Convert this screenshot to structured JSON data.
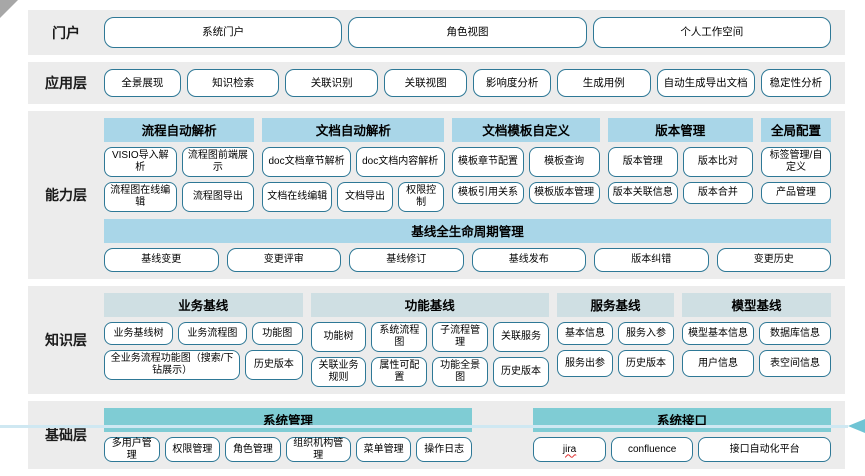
{
  "portal": {
    "label": "门户",
    "items": [
      "系统门户",
      "角色视图",
      "个人工作空间"
    ]
  },
  "application": {
    "label": "应用层",
    "items": [
      "全景展现",
      "知识检索",
      "关联识别",
      "关联视图",
      "影响度分析",
      "生成用例",
      "自动生成导出文档",
      "稳定性分析"
    ]
  },
  "capability": {
    "label": "能力层",
    "groups": [
      {
        "title": "流程自动解析",
        "rows": [
          [
            "VISIO导入解析",
            "流程图前端展示"
          ],
          [
            "流程图在线编辑",
            "流程图导出"
          ]
        ]
      },
      {
        "title": "文档自动解析",
        "rows": [
          [
            "doc文档章节解析",
            "doc文档内容解析"
          ],
          [
            "文档在线编辑",
            "文档导出",
            "权限控制"
          ]
        ]
      },
      {
        "title": "文档模板自定义",
        "rows": [
          [
            "模板章节配置",
            "模板查询"
          ],
          [
            "模板引用关系",
            "模板版本管理"
          ]
        ]
      },
      {
        "title": "版本管理",
        "rows": [
          [
            "版本管理",
            "版本比对"
          ],
          [
            "版本关联信息",
            "版本合并"
          ]
        ]
      },
      {
        "title": "全局配置",
        "rows": [
          [
            "标签管理/自定义"
          ],
          [
            "产品管理"
          ]
        ]
      }
    ],
    "baseline": {
      "title": "基线全生命周期管理",
      "items": [
        "基线变更",
        "变更评审",
        "基线修订",
        "基线发布",
        "版本纠错",
        "变更历史"
      ]
    }
  },
  "knowledge": {
    "label": "知识层",
    "groups": [
      {
        "title": "业务基线",
        "rows": [
          [
            "业务基线树",
            "业务流程图",
            "功能图"
          ],
          [
            "全业务流程功能图（搜索/下钻展示）",
            "历史版本"
          ]
        ]
      },
      {
        "title": "功能基线",
        "rows": [
          [
            "功能树",
            "系统流程图",
            "子流程管理",
            "关联服务"
          ],
          [
            "关联业务规则",
            "属性可配置",
            "功能全景图",
            "历史版本"
          ]
        ]
      },
      {
        "title": "服务基线",
        "rows": [
          [
            "基本信息",
            "服务入参"
          ],
          [
            "服务出参",
            "历史版本"
          ]
        ]
      },
      {
        "title": "模型基线",
        "rows": [
          [
            "模型基本信息",
            "数据库信息"
          ],
          [
            "用户信息",
            "表空间信息"
          ]
        ]
      }
    ]
  },
  "foundation": {
    "label": "基础层",
    "groups": [
      {
        "title": "系统管理",
        "items": [
          "多用户管理",
          "权限管理",
          "角色管理",
          "组织机构管理",
          "菜单管理",
          "操作日志"
        ]
      },
      {
        "title": "系统接口",
        "items": [
          "jira",
          "confluence",
          "接口自动化平台"
        ]
      }
    ]
  },
  "colors": {
    "band_background": "#ececec",
    "box_border": "#2e7896",
    "header_light_blue": "#a9d6e8",
    "header_pale": "#cfdfe3",
    "header_teal": "#7fccd4",
    "bottom_line": "#cfe8f2",
    "arrow": "#6fc4d4"
  }
}
